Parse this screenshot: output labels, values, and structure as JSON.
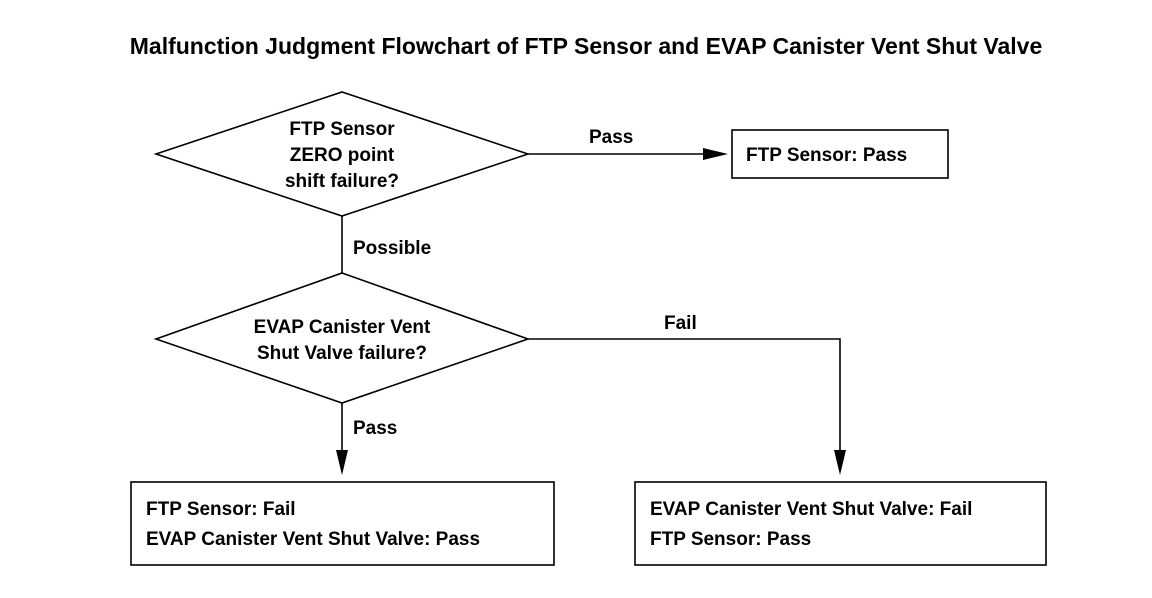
{
  "title": "Malfunction Judgment Flowchart of FTP Sensor and EVAP Canister Vent Shut Valve",
  "nodes": {
    "decision_ftp": {
      "shape": "diamond",
      "lines": [
        "FTP Sensor",
        "ZERO point",
        "shift failure?"
      ]
    },
    "decision_evap": {
      "shape": "diamond",
      "lines": [
        "EVAP Canister Vent",
        "Shut Valve failure?"
      ]
    },
    "result_ftp_pass": {
      "shape": "rectangle",
      "lines": [
        "FTP Sensor: Pass"
      ]
    },
    "result_ftp_fail": {
      "shape": "rectangle",
      "lines": [
        "FTP Sensor: Fail",
        "EVAP Canister Vent Shut Valve: Pass"
      ]
    },
    "result_evap_fail": {
      "shape": "rectangle",
      "lines": [
        "EVAP Canister Vent Shut Valve: Fail",
        "FTP Sensor: Pass"
      ]
    }
  },
  "edges": [
    {
      "from": "decision_ftp",
      "to": "result_ftp_pass",
      "label": "Pass"
    },
    {
      "from": "decision_ftp",
      "to": "decision_evap",
      "label": "Possible"
    },
    {
      "from": "decision_evap",
      "to": "result_evap_fail",
      "label": "Fail"
    },
    {
      "from": "decision_evap",
      "to": "result_ftp_fail",
      "label": "Pass"
    }
  ],
  "colors": {
    "stroke": "#000000",
    "fill": "#ffffff",
    "text": "#000000"
  }
}
